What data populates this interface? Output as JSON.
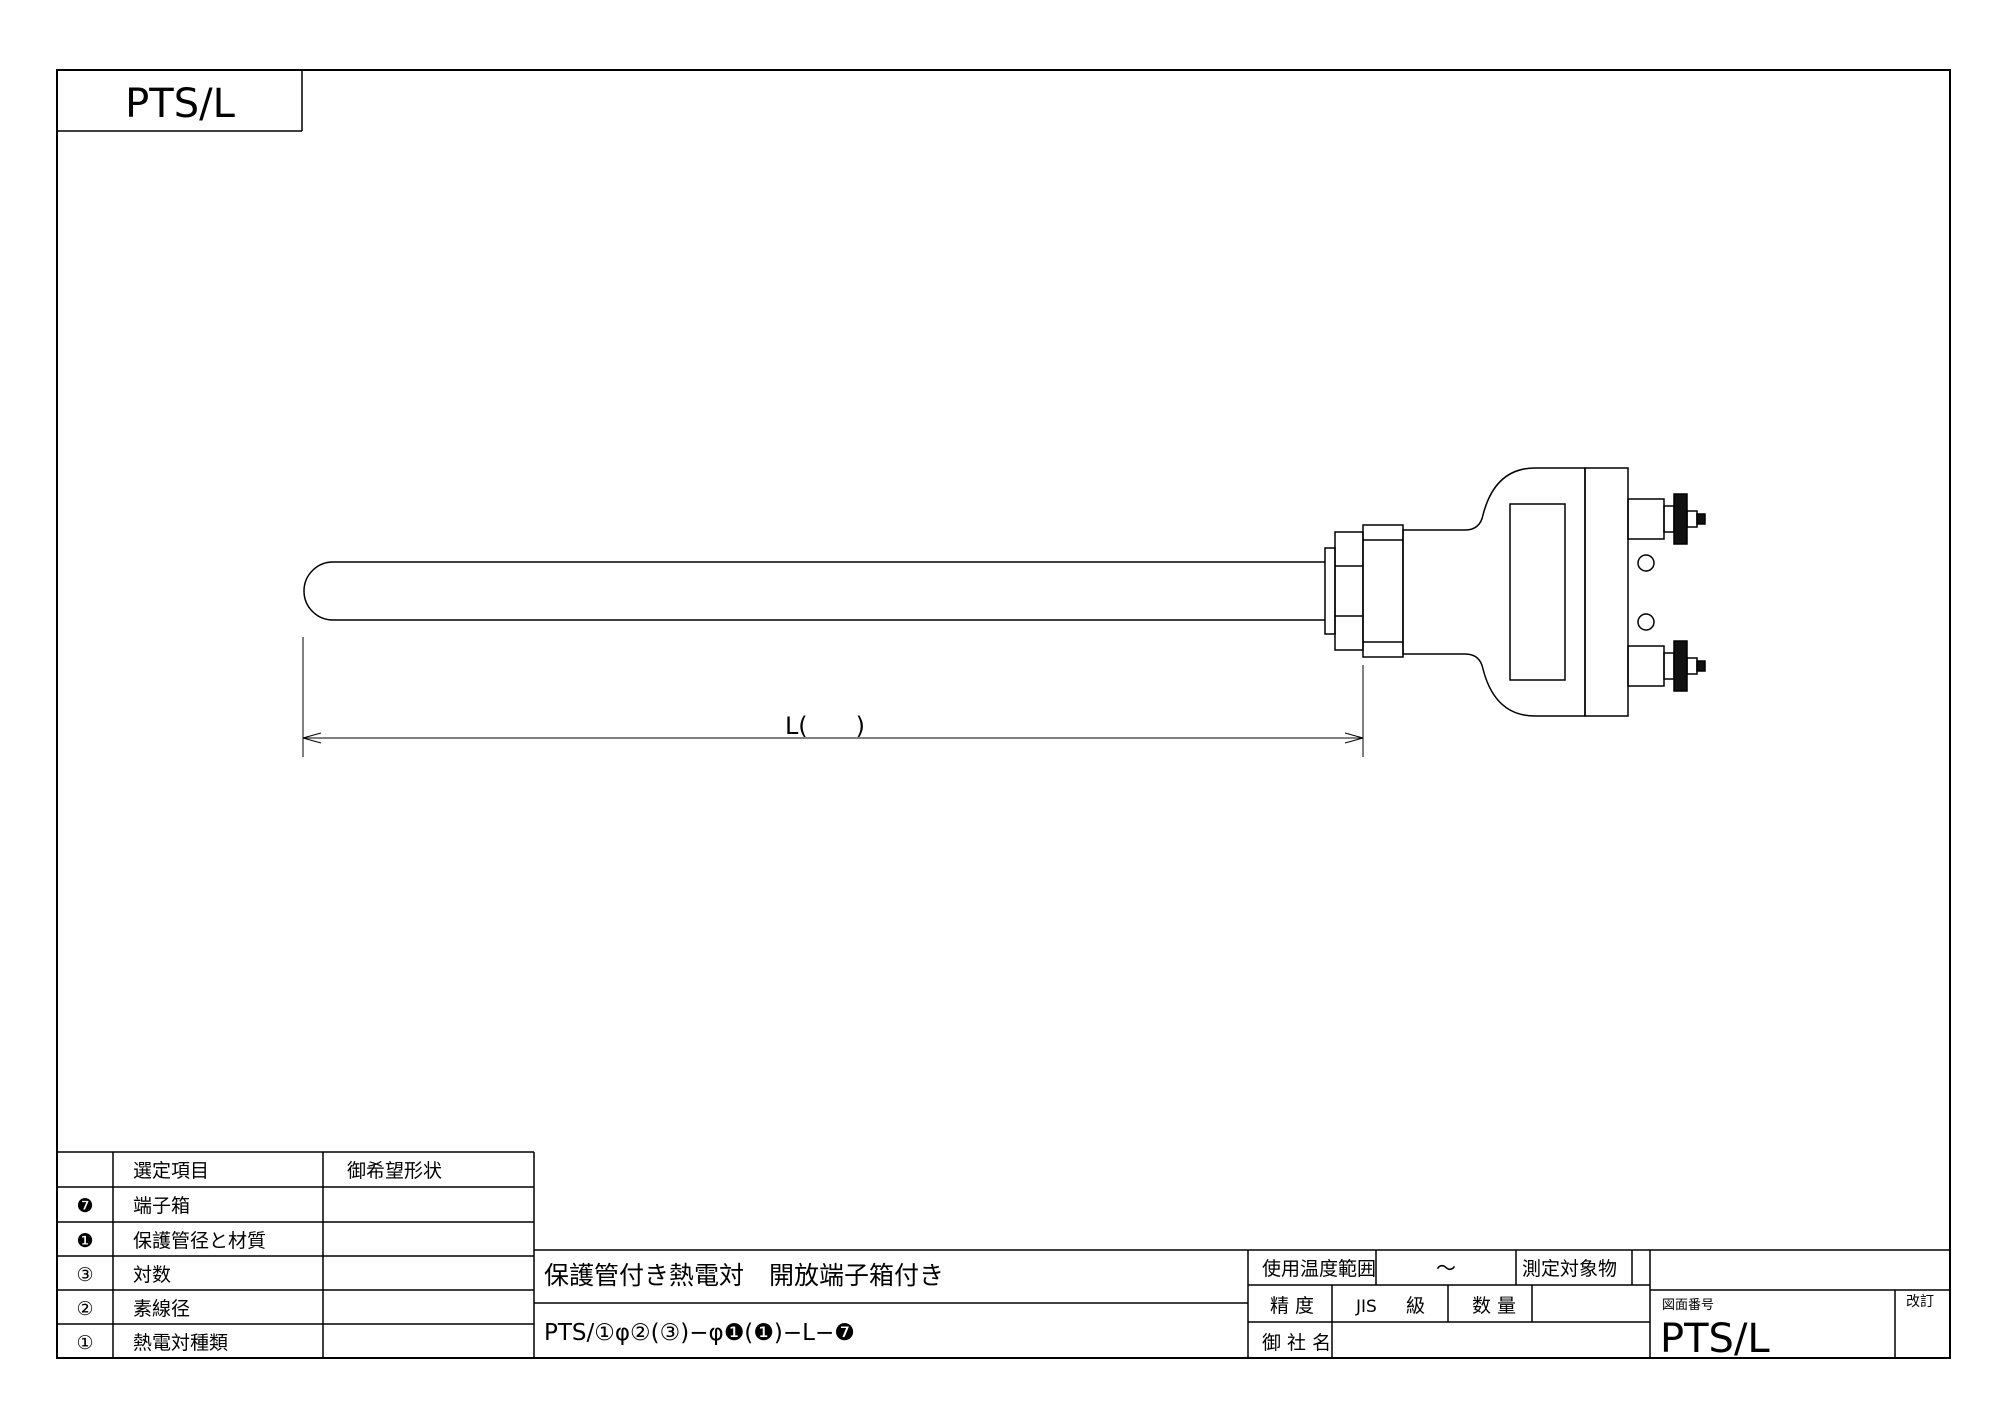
{
  "corner_title": "PTS/L",
  "dimension_label": "L(　　)",
  "selection_table": {
    "headers": [
      "選定項目",
      "御希望形状"
    ],
    "rows": [
      {
        "num": "❼",
        "item": "端子箱",
        "value": ""
      },
      {
        "num": "❶",
        "item": "保護管径と材質",
        "value": ""
      },
      {
        "num": "③",
        "item": "対数",
        "value": ""
      },
      {
        "num": "②",
        "item": "素線径",
        "value": ""
      },
      {
        "num": "①",
        "item": "熱電対種類",
        "value": ""
      }
    ]
  },
  "title_block": {
    "title": "保護管付き熱電対　開放端子箱付き",
    "model_code": "PTS/①φ②(③)−φ❶(❶)−L−❼",
    "temp_range_label": "使用温度範囲",
    "temp_range_value": "〜",
    "measured_object_label": "測定対象物",
    "accuracy_label": "精 度",
    "jis_label": "JIS",
    "grade_label": "級",
    "quantity_label": "数 量",
    "company_label": "御 社 名",
    "drawing_number_label": "図面番号",
    "drawing_number": "PTS/L",
    "revision_label": "改訂"
  }
}
